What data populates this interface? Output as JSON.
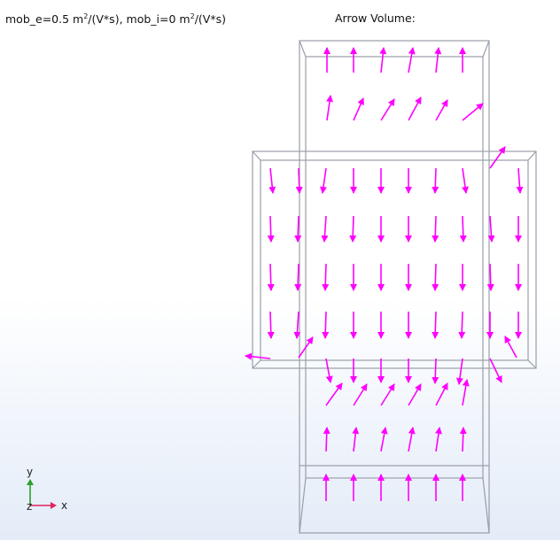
{
  "plot": {
    "parameter_text_parts": {
      "mob_e_label": "mob_e=0.5 m",
      "exp1": "2",
      "mid": "/(V*s), mob_i=0 m",
      "exp2": "2",
      "end": "/(V*s)"
    },
    "title": "Arrow Volume:",
    "arrow_color": "#ff00ff",
    "geometry_edge_color": "#9a9ea8"
  },
  "axes_triad": {
    "y_label": "y",
    "x_label": "x",
    "z_label": "z",
    "y_color": "#2ca02c",
    "x_color": "#e0245e"
  }
}
